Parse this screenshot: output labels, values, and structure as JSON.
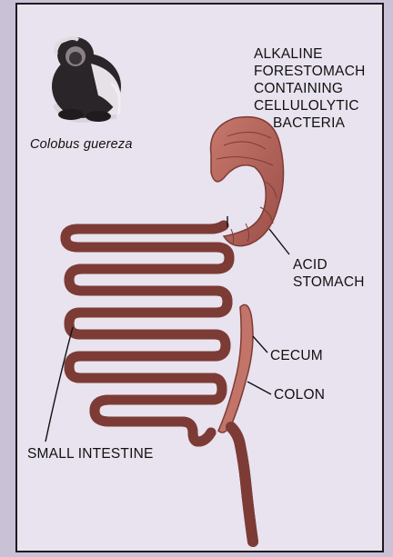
{
  "title_species": "Colobus guereza",
  "labels": {
    "forestomach_lines": [
      "ALKALINE",
      "FORESTOMACH",
      "CONTAINING",
      "CELLULOLYTIC",
      "BACTERIA"
    ],
    "acid_stomach_lines": [
      "ACID",
      "STOMACH"
    ],
    "cecum": "CECUM",
    "colon": "COLON",
    "small_intestine": "SMALL INTESTINE"
  },
  "colors": {
    "gut": "#b9685e",
    "gut_dark": "#7d3b36",
    "frame_bg": "#e8e3ee",
    "page_bg": "#c9c2d6",
    "ink": "#111111"
  },
  "icons": [
    "monkey-illustration"
  ]
}
